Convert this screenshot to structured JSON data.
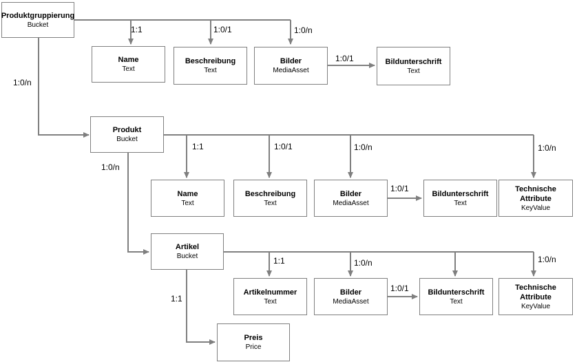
{
  "nodes": {
    "produktgruppierung": {
      "title": "Produktgruppierung",
      "type": "Bucket"
    },
    "pg_name": {
      "title": "Name",
      "type": "Text"
    },
    "pg_beschreibung": {
      "title": "Beschreibung",
      "type": "Text"
    },
    "pg_bilder": {
      "title": "Bilder",
      "type": "MediaAsset"
    },
    "pg_bildunterschrift": {
      "title": "Bildunterschrift",
      "type": "Text"
    },
    "produkt": {
      "title": "Produkt",
      "type": "Bucket"
    },
    "p_name": {
      "title": "Name",
      "type": "Text"
    },
    "p_beschreibung": {
      "title": "Beschreibung",
      "type": "Text"
    },
    "p_bilder": {
      "title": "Bilder",
      "type": "MediaAsset"
    },
    "p_bildunterschrift": {
      "title": "Bildunterschrift",
      "type": "Text"
    },
    "p_technische": {
      "title": "Technische Attribute",
      "type": "KeyValue"
    },
    "artikel": {
      "title": "Artikel",
      "type": "Bucket"
    },
    "a_artikelnummer": {
      "title": "Artikelnummer",
      "type": "Text"
    },
    "a_bilder": {
      "title": "Bilder",
      "type": "MediaAsset"
    },
    "a_bildunterschrift": {
      "title": "Bildunterschrift",
      "type": "Text"
    },
    "a_technische": {
      "title": "Technische Attribute",
      "type": "KeyValue"
    },
    "preis": {
      "title": "Preis",
      "type": "Price"
    }
  },
  "edges": {
    "pg_name": "1:1",
    "pg_beschreibung": "1:0/1",
    "pg_bilder": "1:0/n",
    "pg_bildunterschrift": "1:0/1",
    "pg_produkt": "1:0/n",
    "p_name": "1:1",
    "p_beschreibung": "1:0/1",
    "p_bilder": "1:0/n",
    "p_bildunterschrift": "1:0/1",
    "p_technische": "1:0/n",
    "p_artikel": "1:0/n",
    "a_artikelnummer": "1:1",
    "a_bilder": "1:0/n",
    "a_bildunterschrift": "1:0/1",
    "a_technische": "1:0/n",
    "a_preis": "1:1"
  },
  "colors": {
    "line": "#7f7f7f",
    "border": "#7f7f7f",
    "text": "#000000"
  }
}
